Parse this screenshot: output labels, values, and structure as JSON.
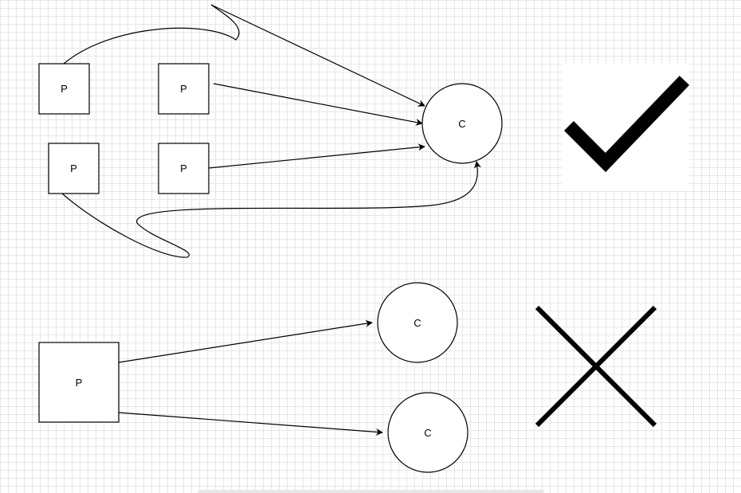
{
  "diagram": {
    "valid_example": {
      "producers": [
        {
          "id": "p1",
          "label": "P"
        },
        {
          "id": "p2",
          "label": "P"
        },
        {
          "id": "p3",
          "label": "P"
        },
        {
          "id": "p4",
          "label": "P"
        }
      ],
      "consumer": {
        "label": "C"
      },
      "edges": [
        {
          "from": "p1",
          "to": "c"
        },
        {
          "from": "p2",
          "to": "c"
        },
        {
          "from": "p3",
          "to": "c"
        },
        {
          "from": "p4",
          "to": "c"
        }
      ],
      "verdict": "check-mark-icon"
    },
    "invalid_example": {
      "producer": {
        "label": "P"
      },
      "consumers": [
        {
          "id": "c1",
          "label": "C"
        },
        {
          "id": "c2",
          "label": "C"
        }
      ],
      "edges": [
        {
          "from": "p",
          "to": "c1"
        },
        {
          "from": "p",
          "to": "c2"
        }
      ],
      "verdict": "cross-mark-icon"
    }
  }
}
